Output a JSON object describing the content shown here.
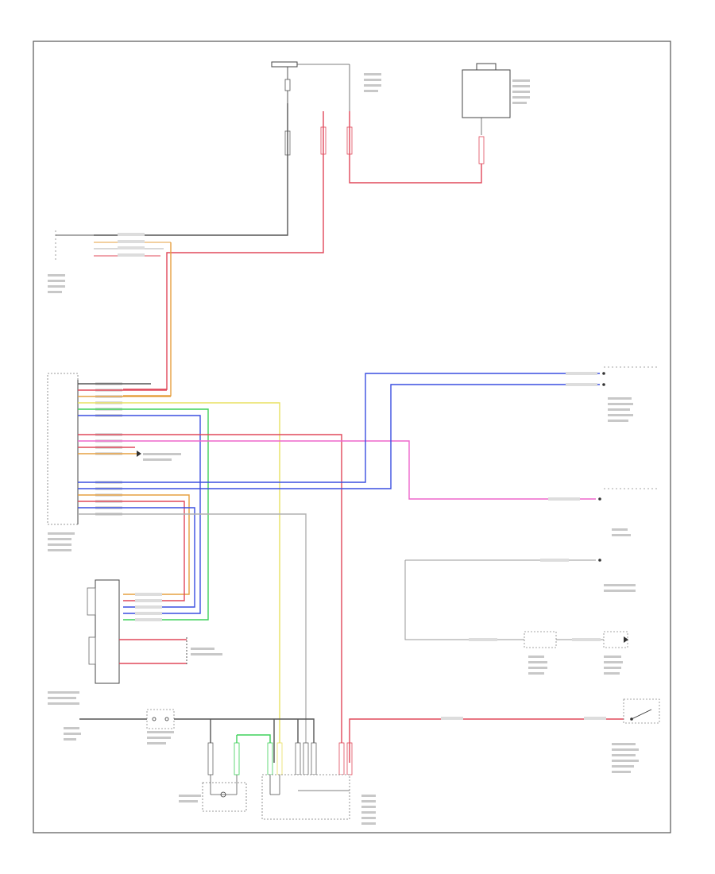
{
  "diagram": {
    "page_ref": "",
    "accent_colors": {
      "red": "#e0485a",
      "pink": "#ee66cc",
      "blue": "#3a4ee0",
      "green": "#3fd05a",
      "yellow": "#e8e060",
      "orange": "#e6a040",
      "black": "#555555",
      "gray": "#b0b0b0"
    },
    "icons": [
      "fuse-icon",
      "ground-icon",
      "connector-icon",
      "switch-icon",
      "diode-icon"
    ],
    "components": [
      {
        "id": "fuse-top",
        "label": ""
      },
      {
        "id": "junction-top-right",
        "label": ""
      },
      {
        "id": "left-upper-connector",
        "label": ""
      },
      {
        "id": "transponder-module",
        "label": ""
      },
      {
        "id": "antenna-module",
        "label": ""
      },
      {
        "id": "key-switch",
        "label": ""
      },
      {
        "id": "ground-left",
        "label": ""
      },
      {
        "id": "lamp-module",
        "label": ""
      },
      {
        "id": "bottom-junction",
        "label": ""
      },
      {
        "id": "right-upper-module",
        "label": ""
      },
      {
        "id": "right-mid-module",
        "label": ""
      },
      {
        "id": "right-lower-module",
        "label": ""
      },
      {
        "id": "right-bottom-switch",
        "label": ""
      }
    ]
  }
}
